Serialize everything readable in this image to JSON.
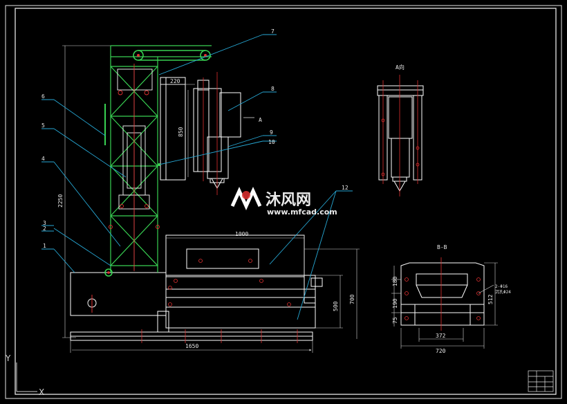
{
  "drawing": {
    "colors": {
      "background": "#000000",
      "frame": "#e6e6e6",
      "outline": "#ffffff",
      "leader": "#27a9d6",
      "structure": "#39d353",
      "centerline": "#e03030",
      "dimension": "#d9d9d9"
    },
    "part_numbers": [
      "1",
      "2",
      "3",
      "4",
      "5",
      "6",
      "7",
      "8",
      "9",
      "10",
      "12"
    ],
    "view_labels": {
      "view_a": "A向",
      "arrow_a": "A",
      "section_bb": "B-B"
    },
    "dimensions": {
      "top_width": "220",
      "column_height": "850",
      "total_height": "2250",
      "table_width": "1000",
      "base_length": "1650",
      "table_depth": "500",
      "table_height": "700",
      "bb_dim_180": "180",
      "bb_dim_190": "190",
      "bb_dim_75": "75",
      "bb_dim_512": "512",
      "bb_dim_372": "372",
      "bb_dim_720": "720",
      "bb_hole_note_1": "2-Φ16",
      "bb_hole_note_2": "沉孔Φ24"
    },
    "axes": {
      "x": "X",
      "y": "Y"
    },
    "watermark": {
      "brand": "沐风网",
      "url": "www.mfcad.com"
    }
  }
}
